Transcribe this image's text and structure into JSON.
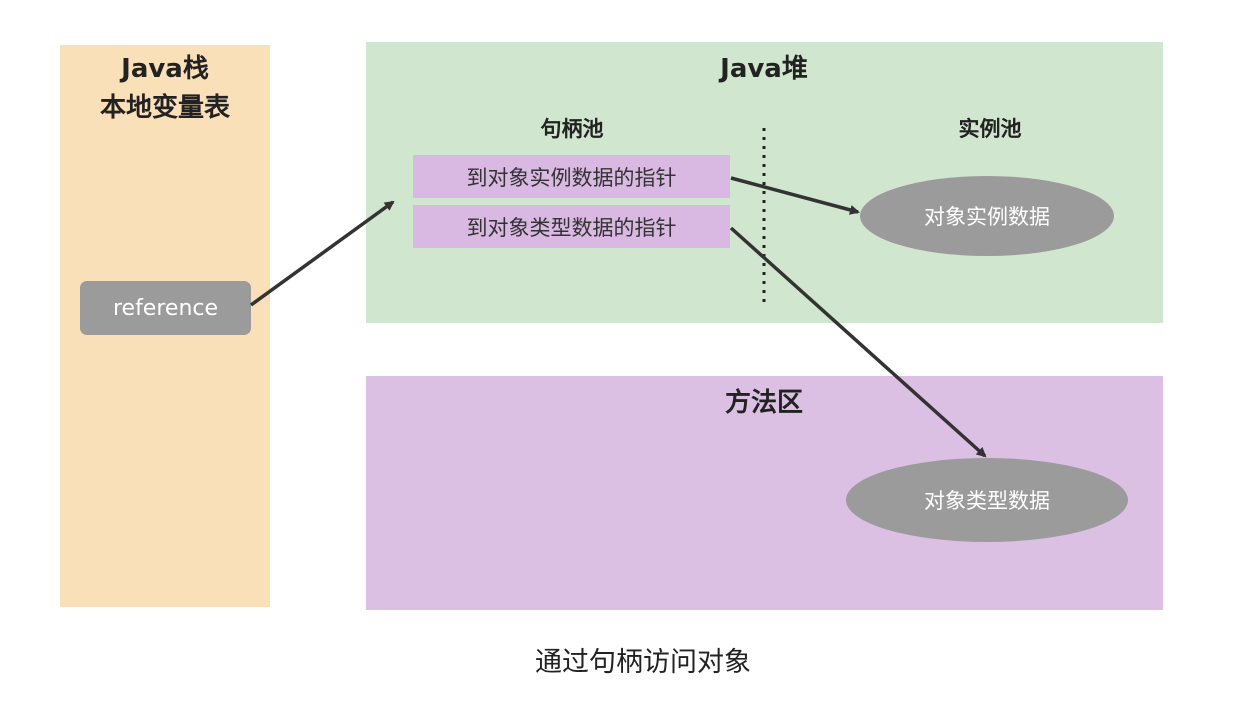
{
  "stack": {
    "title": "Java栈",
    "subtitle": "本地变量表",
    "reference": "reference",
    "color": "#F9E0B9"
  },
  "heap": {
    "title": "Java堆",
    "handle_pool": "句柄池",
    "instance_pool": "实例池",
    "handles": [
      "到对象实例数据的指针",
      "到对象类型数据的指针"
    ],
    "instance_data": "对象实例数据",
    "color": "#D1E6CE"
  },
  "method_area": {
    "title": "方法区",
    "type_data": "对象类型数据",
    "color": "#DBC0E4"
  },
  "caption": "通过句柄访问对象"
}
